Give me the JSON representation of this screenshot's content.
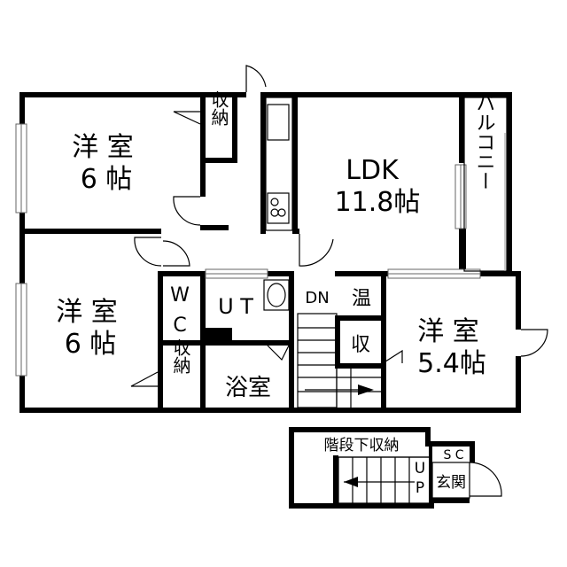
{
  "rooms": {
    "bedroom_nw": {
      "name": "洋 室",
      "size": "6 帖"
    },
    "bedroom_w": {
      "name": "洋 室",
      "size": "6 帖"
    },
    "bedroom_e": {
      "name": "洋 室",
      "size": "5.4帖"
    },
    "ldk": {
      "name": "LDK",
      "size": "11.8帖"
    },
    "balcony": "バルコニー",
    "storage_1": "収納",
    "storage_2": "収納",
    "storage_3": "収",
    "wc_1": "W",
    "wc_2": "C",
    "ut": "U T",
    "bath": "浴室",
    "dn": "DN",
    "water_heater": "温",
    "under_stair_storage": "階段下収納",
    "sc": "S C",
    "up_1": "U",
    "up_2": "P",
    "entrance": "玄関"
  }
}
